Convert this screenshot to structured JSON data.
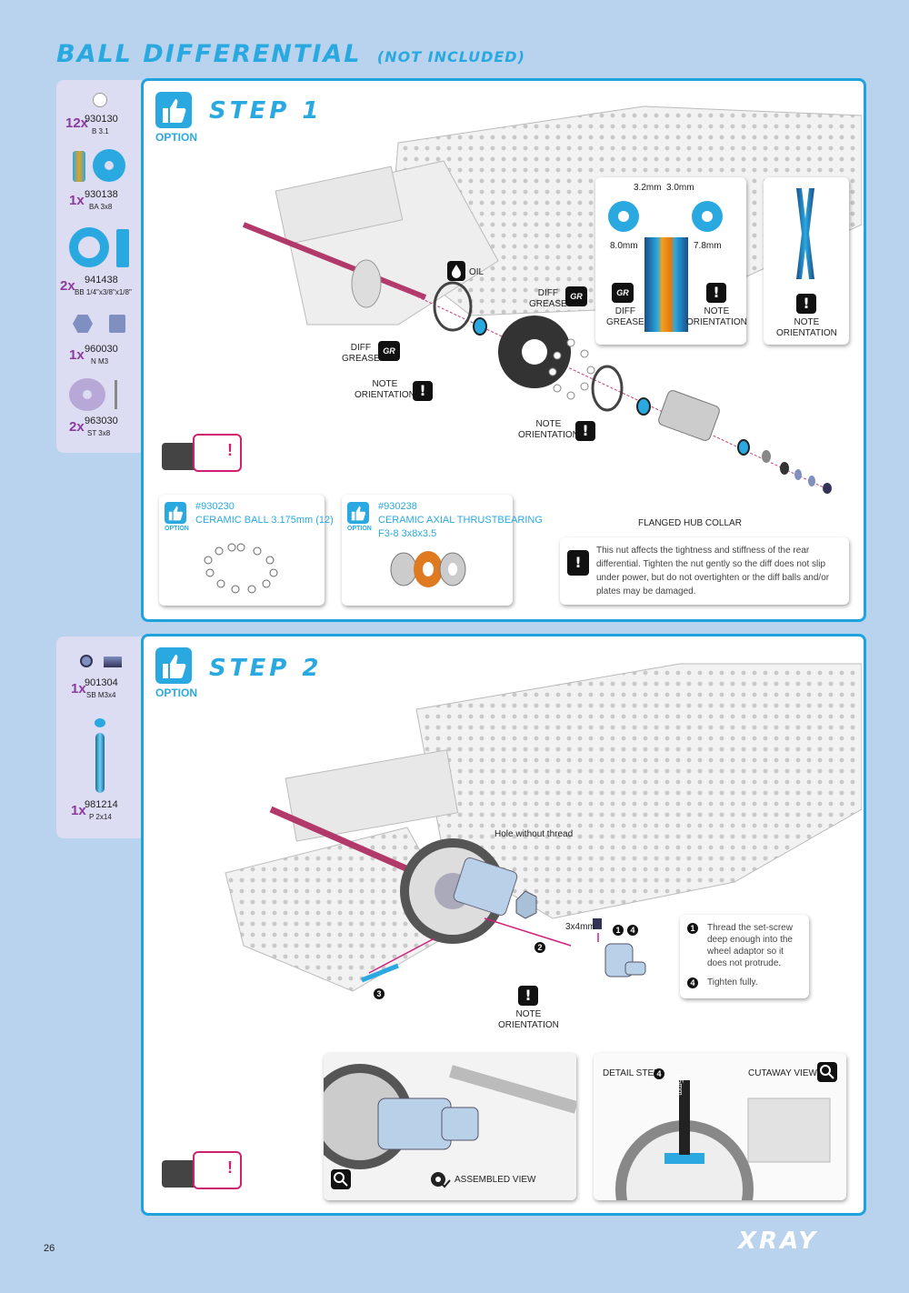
{
  "page": {
    "title": "BALL DIFFERENTIAL",
    "title_sub": "(NOT INCLUDED)",
    "page_number": "26",
    "brand": "XRAY",
    "colors": {
      "accent": "#2aa9e0",
      "background": "#b9d3ee",
      "parts_bg": "#dcdcf2",
      "qty": "#8b3aa0"
    }
  },
  "step1": {
    "title": "STEP 1",
    "option_label": "OPTION",
    "parts": [
      {
        "qty": "12x",
        "number": "930130",
        "name": "B 3.1"
      },
      {
        "qty": "1x",
        "number": "930138",
        "name": "BA 3x8"
      },
      {
        "qty": "2x",
        "number": "941438",
        "name": "BB 1/4\"x3/8\"x1/8\""
      },
      {
        "qty": "1x",
        "number": "960030",
        "name": "N M3"
      },
      {
        "qty": "2x",
        "number": "963030",
        "name": "ST 3x8"
      }
    ],
    "labels": {
      "oil": "OIL",
      "diff_grease_1": "DIFF\nGREASE",
      "diff_grease_2": "DIFF\nGREASE",
      "note_orientation_1": "NOTE\nORIENTATION",
      "note_orientation_2": "NOTE\nORIENTATION",
      "flanged_hub_collar": "FLANGED HUB COLLAR"
    },
    "detail_box": {
      "dim_a": "3.2mm",
      "dim_b": "3.0mm",
      "dim_c": "8.0mm",
      "dim_d": "7.8mm",
      "diff_grease": "DIFF\nGREASE",
      "note_orientation": "NOTE\nORIENTATION"
    },
    "washer_box": {
      "note_orientation": "NOTE\nORIENTATION"
    },
    "option_cards": [
      {
        "part": "#930230",
        "name": "CERAMIC BALL 3.175mm  (12)",
        "option": "OPTION"
      },
      {
        "part": "#930238",
        "name": "CERAMIC AXIAL THRUSTBEARING\nF3-8 3x8x3.5",
        "option": "OPTION"
      }
    ],
    "warning_note": "This nut affects the tightness and stiffness of the rear differential. Tighten the nut gently so the diff does not slip under power, but do not overtighten or the diff balls and/or plates may be damaged."
  },
  "step2": {
    "title": "STEP 2",
    "option_label": "OPTION",
    "parts": [
      {
        "qty": "1x",
        "number": "901304",
        "name": "SB M3x4"
      },
      {
        "qty": "1x",
        "number": "981214",
        "name": "P 2x14"
      }
    ],
    "labels": {
      "hole": "Hole without thread",
      "screw": "3x4mm",
      "note_orientation": "NOTE\nORIENTATION",
      "n1": "1",
      "n2": "2",
      "n3": "3",
      "n4": "4"
    },
    "instructions": [
      {
        "num": "1",
        "text": "Thread the set-screw deep enough into the wheel adaptor so it does not protrude."
      },
      {
        "num": "4",
        "text": "Tighten fully."
      }
    ],
    "assembled_view": "ASSEMBLED VIEW",
    "detail_step": "DETAIL STEP",
    "detail_step_num": "4",
    "cutaway_view": "CUTAWAY VIEW",
    "tool_label": "1.5mm"
  }
}
